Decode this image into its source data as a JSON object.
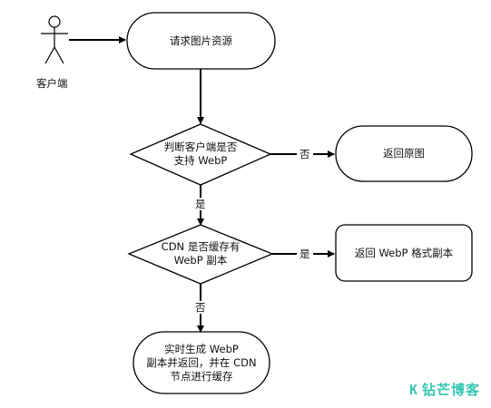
{
  "actor": {
    "label": "客户端"
  },
  "nodes": {
    "request": "请求图片资源",
    "check_webp": "判断客户端是否\n支持 WebP",
    "return_original": "返回原图",
    "check_cdn": "CDN 是否缓存有\nWebP 副本",
    "return_webp": "返回 WebP 格式副本",
    "generate": "实时生成 WebP\n副本并返回，并在 CDN\n节点进行缓存"
  },
  "edges": {
    "no_1": "否",
    "yes_1": "是",
    "yes_2": "是",
    "no_2": "否"
  },
  "watermark": {
    "logo": "K",
    "text": "钻芒博客"
  },
  "colors": {
    "stroke": "#000000",
    "watermark": "#35c6b4"
  }
}
